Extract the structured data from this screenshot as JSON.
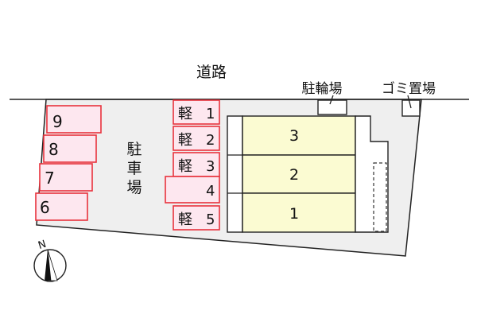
{
  "road": {
    "label": "道路"
  },
  "bicycle_parking": {
    "label": "駐輪場"
  },
  "garbage_area": {
    "label": "ゴミ置場"
  },
  "parking_lot": {
    "label_chars": [
      "駐",
      "車",
      "場"
    ]
  },
  "left_parking_spaces": [
    "9",
    "8",
    "7",
    "6"
  ],
  "center_parking_spaces": [
    {
      "kei": "軽",
      "number": "1"
    },
    {
      "kei": "軽",
      "number": "2"
    },
    {
      "kei": "軽",
      "number": "3"
    },
    {
      "kei": "",
      "number": "4"
    },
    {
      "kei": "軽",
      "number": "5"
    }
  ],
  "building_units": [
    "3",
    "2",
    "1"
  ],
  "compass": {
    "label": "N"
  },
  "colors": {
    "site_fill": "#efefef",
    "parking_fill": "#fde7ef",
    "parking_stroke": "#e8323c",
    "unit_fill": "#fbfbd2",
    "outline": "#222222"
  }
}
